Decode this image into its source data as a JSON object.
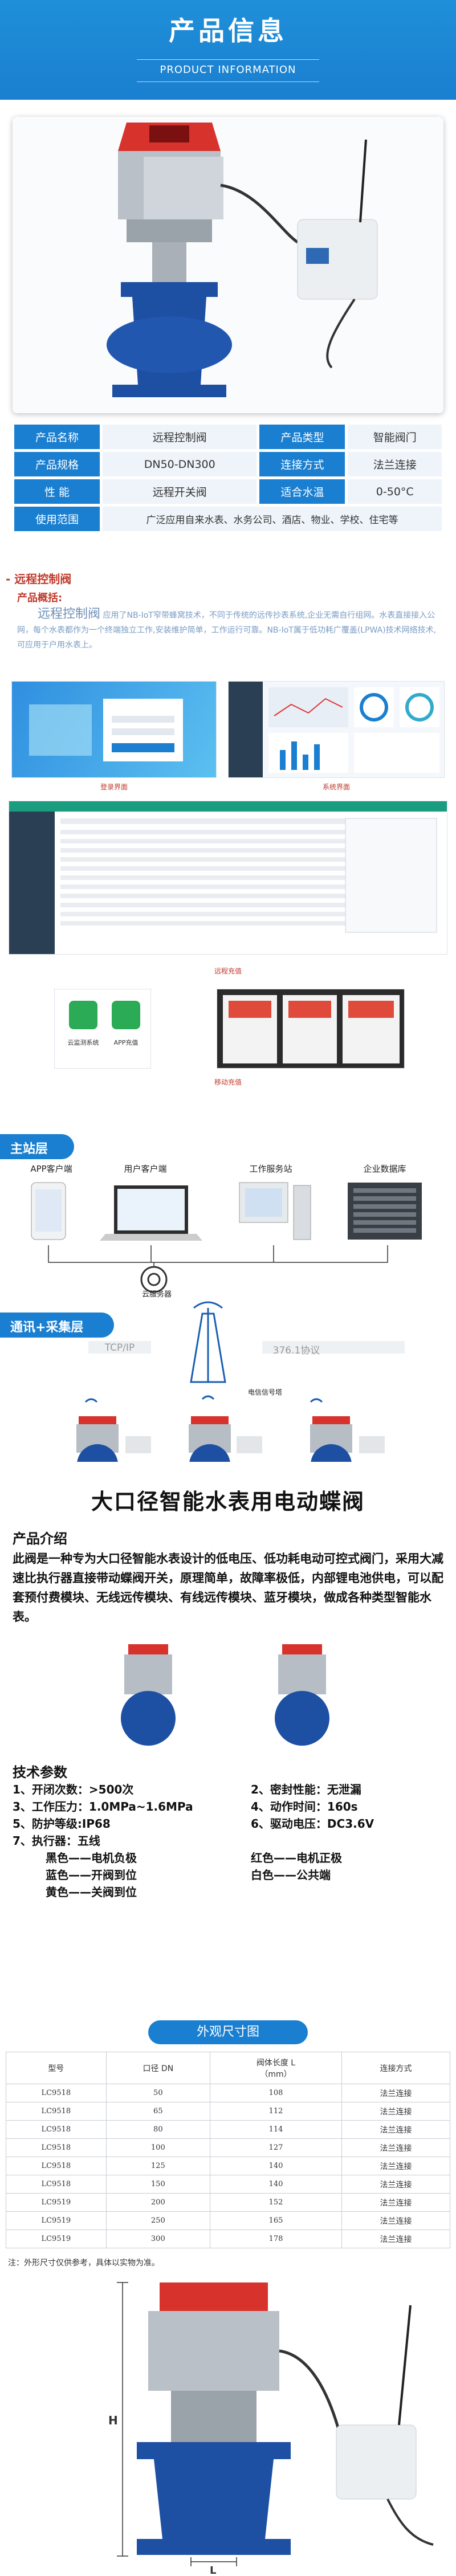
{
  "header": {
    "title": "产品信息",
    "subtitle": "PRODUCT INFORMATION"
  },
  "info_table": [
    {
      "l1": "产品名称",
      "v1": "远程控制阀",
      "l2": "产品类型",
      "v2": "智能阀门"
    },
    {
      "l1": "产品规格",
      "v1": "DN50-DN300",
      "l2": "连接方式",
      "v2": "法兰连接"
    },
    {
      "l1": "性    能",
      "v1": "远程开关阀",
      "l2": "适合水温",
      "v2": "0-50°C"
    },
    {
      "l1": "使用范围",
      "v1": "广泛应用自来水表、水务公司、酒店、物业、学校、住宅等",
      "l2": "",
      "v2": ""
    }
  ],
  "section1": {
    "title": "- 远程控制阀",
    "overview": "产品概括:"
  },
  "intro": {
    "lead": "远程控制阀",
    "text": "应用了NB-IoT窄带蜂窝技术，不同于传统的远传抄表系统,企业无需自行组网。水表直接接入公网，每个水表都作为一个终端独立工作,安装维护简单，工作运行可靠。NB-IoT属于低功耗广覆盖(LPWA)技术网络技术,可应用于户用水表上。"
  },
  "captions": {
    "login": "登录界面",
    "system": "系统界面",
    "remote": "远程充值",
    "mobile": "移动充值"
  },
  "login_screen": {
    "title": "登录界面"
  },
  "topology": {
    "main_station": "主站层",
    "app": "APP客户端",
    "user_pc": "用户客户端",
    "workstation": "工作服务站",
    "enterprise_db": "企业数据库",
    "cloud": "云服务器",
    "comm_layer": "通讯+采集层",
    "tcpip": "TCP/IP",
    "ip": "376.1协议",
    "tower": "电信信号塔"
  },
  "mobile": {
    "app1": "云监测系统",
    "app2": "APP充值"
  },
  "product": {
    "title": "大口径智能水表用电动蝶阀",
    "intro_h": "产品介绍",
    "intro": "此阀是一种专为大口径智能水表设计的低电压、低功耗电动可控式阀门，采用大减速比执行器直接带动蝶阀开关，原理简单，故障率极低，内部锂电池供电，可以配套预付费模块、无线远传模块、有线远传模块、蓝牙模块，做成各种类型智能水表。",
    "spec_h": "技术参数",
    "specs_left": [
      "1、开闭次数：>500次",
      "3、工作压力：1.0MPa~1.6MPa",
      "5、防护等级:IP68",
      "7、执行器：五线"
    ],
    "specs_right": [
      "2、密封性能：无泄漏",
      "4、动作时间：160s",
      "6、驱动电压：DC3.6V"
    ],
    "wires_left": [
      "黑色——电机负极",
      "蓝色——开阀到位",
      "黄色——关阀到位"
    ],
    "wires_right": [
      "红色——电机正极",
      "白色——公共端"
    ]
  },
  "dims": {
    "title": "外观尺寸图",
    "headers": [
      "型号",
      "口径 DN",
      "阀体长度 L",
      "连接方式"
    ],
    "header_unit": "（mm）",
    "rows": [
      [
        "LC9518",
        "50",
        "108",
        "法兰连接"
      ],
      [
        "LC9518",
        "65",
        "112",
        "法兰连接"
      ],
      [
        "LC9518",
        "80",
        "114",
        "法兰连接"
      ],
      [
        "LC9518",
        "100",
        "127",
        "法兰连接"
      ],
      [
        "LC9518",
        "125",
        "140",
        "法兰连接"
      ],
      [
        "LC9518",
        "150",
        "140",
        "法兰连接"
      ],
      [
        "LC9519",
        "200",
        "152",
        "法兰连接"
      ],
      [
        "LC9519",
        "250",
        "165",
        "法兰连接"
      ],
      [
        "LC9519",
        "300",
        "178",
        "法兰连接"
      ]
    ],
    "note": "注：外形尺寸仅供参考，具体以实物为准。",
    "h_label": "H",
    "l_label": "L"
  },
  "colors": {
    "accent": "#1a7fd0",
    "red": "#c0392b",
    "valve_blue": "#1d4fa3",
    "actuator_red": "#d8322c"
  }
}
